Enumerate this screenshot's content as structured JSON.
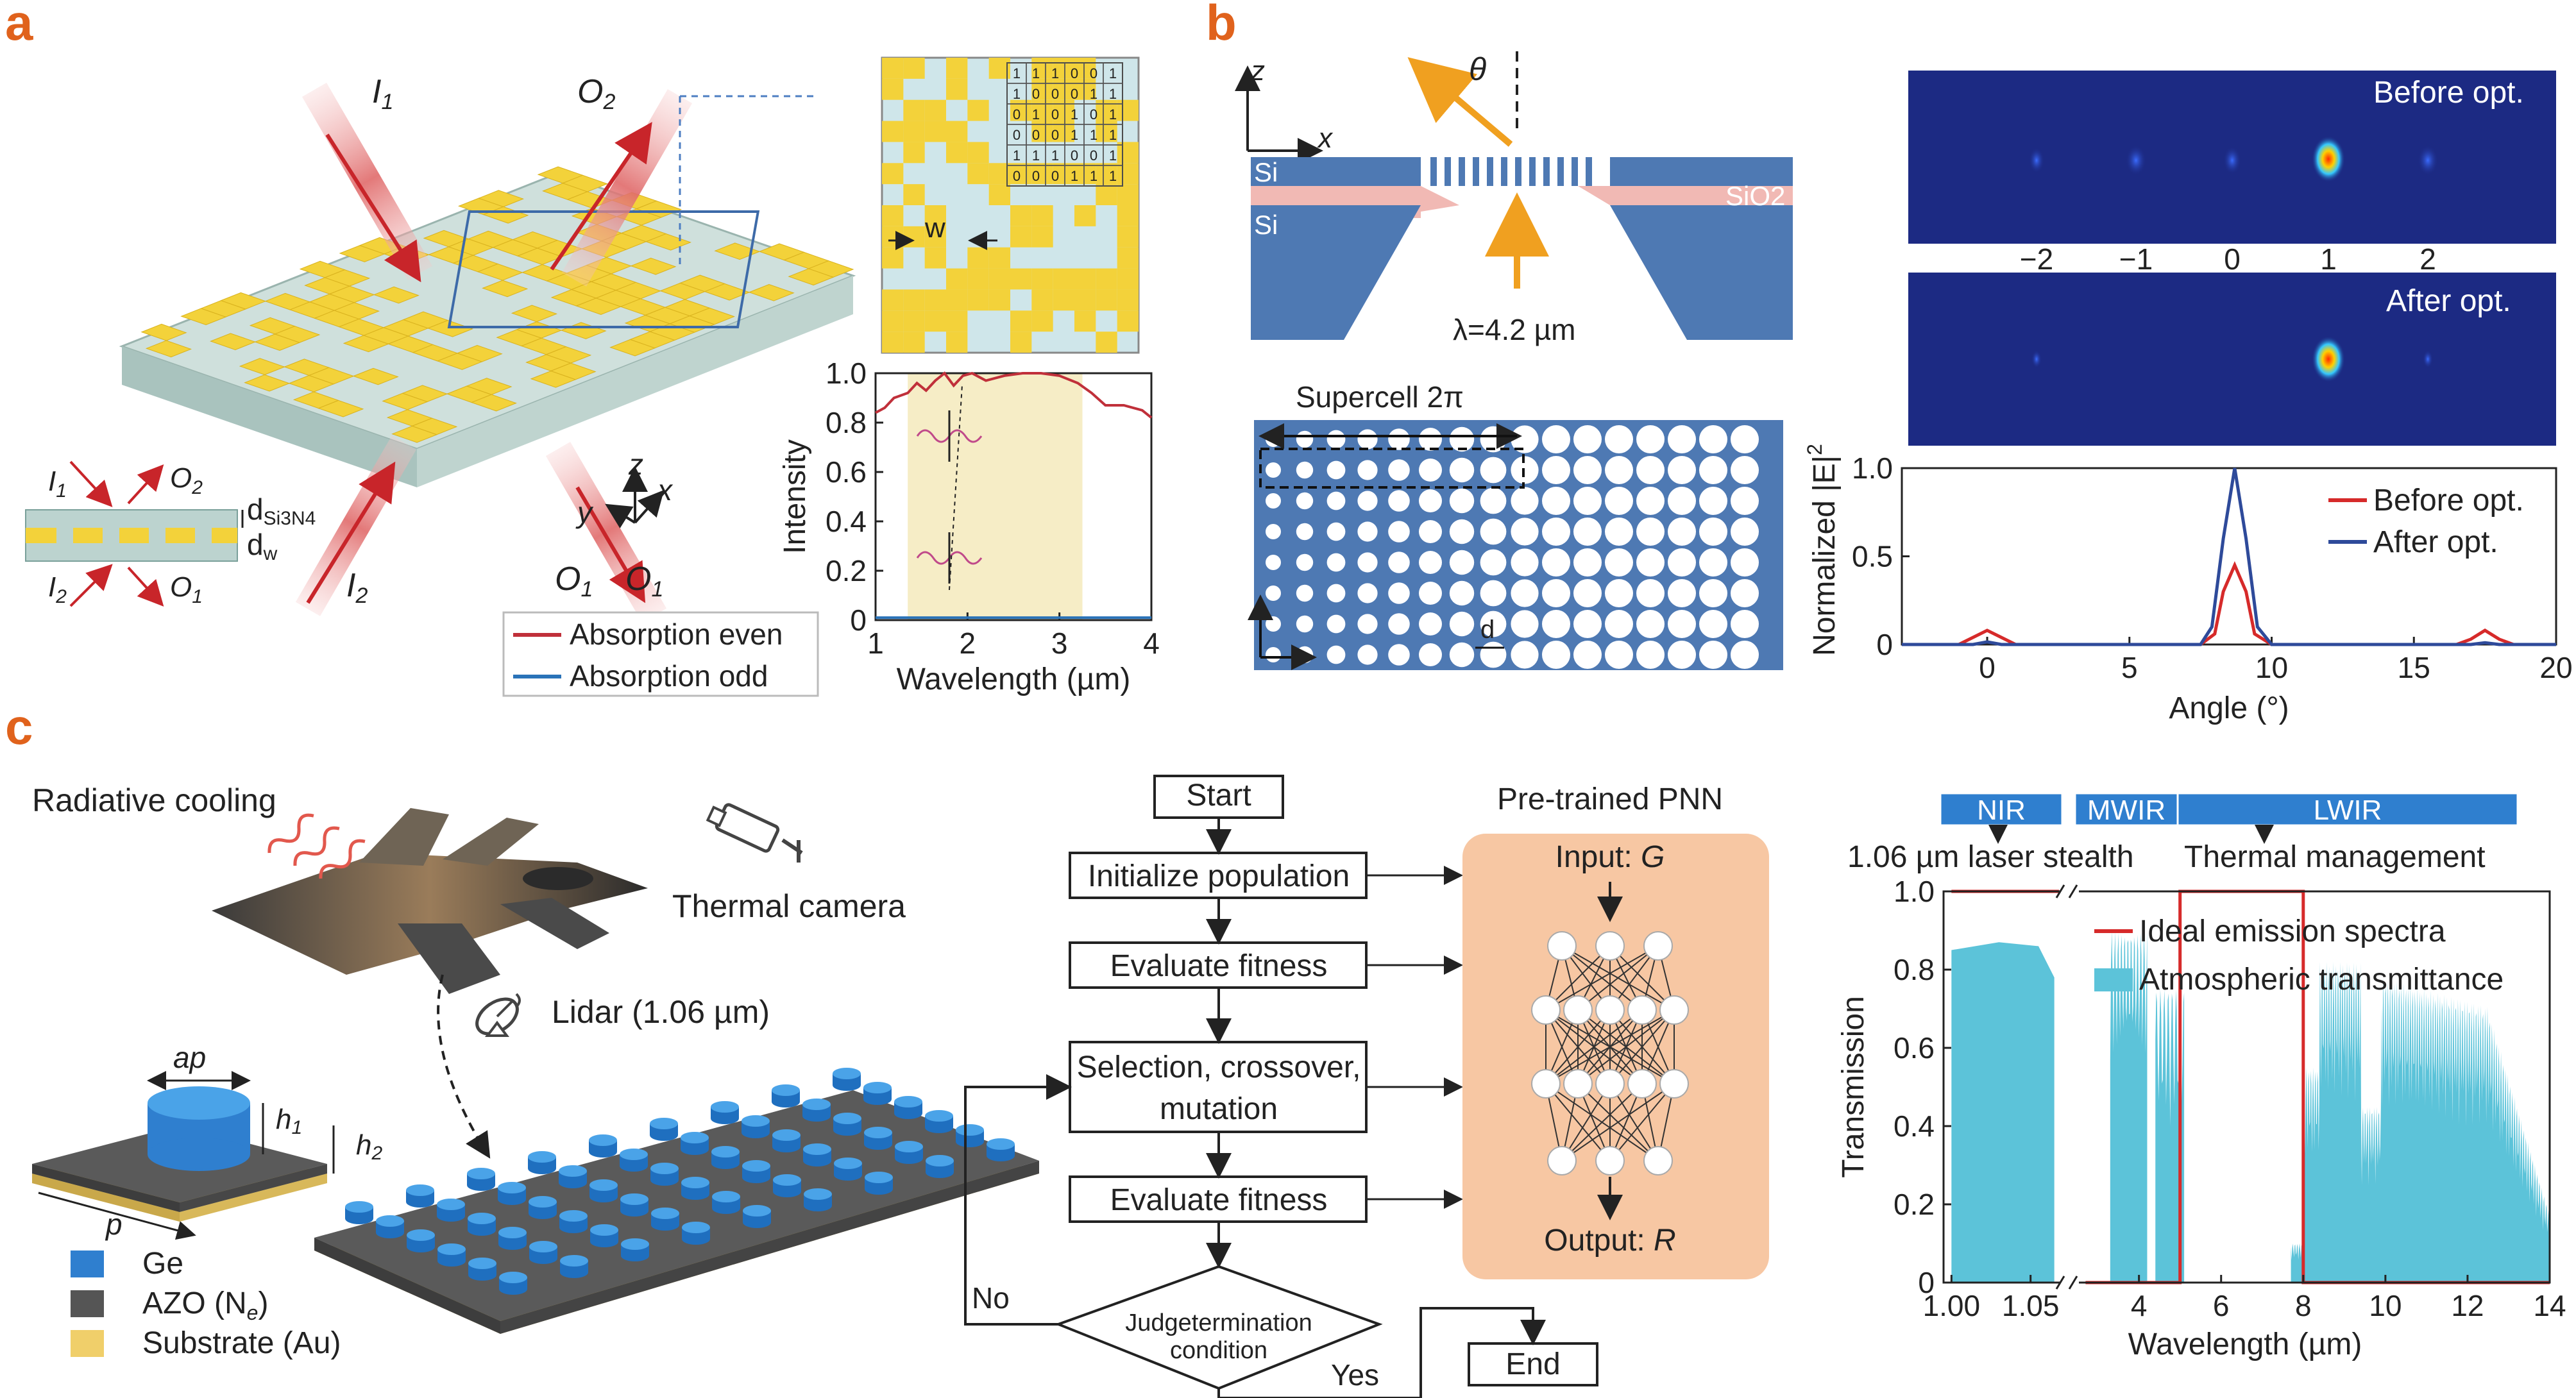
{
  "panel_letters": {
    "a": "a",
    "b": "b",
    "c": "c"
  },
  "colors": {
    "accent": "#e0621c",
    "gold": "#f3d23a",
    "slab": "#bcd3cf",
    "si_blue": "#4e79b3",
    "oxide_pink": "#f1b9b4",
    "field_bg": "#1c2a83",
    "red_line": "#d62a2a",
    "blue_line": "#2e4a9a",
    "teal": "#5cc3d9",
    "flow_box_bg": "#f7c7a3"
  },
  "panel_a": {
    "beam_labels": {
      "I1": "I",
      "I1_sub": "1",
      "O2": "O",
      "O2_sub": "2",
      "I2": "I",
      "I2_sub": "2",
      "O1": "O",
      "O1_sub": "1"
    },
    "axes": {
      "z": "z",
      "x": "x",
      "y": "y"
    },
    "cross_section": {
      "I1": "I",
      "I1_sub": "1",
      "O2": "O",
      "O2_sub": "2",
      "I2": "I",
      "I2_sub": "2",
      "O1": "O",
      "O1_sub": "1",
      "d": "d",
      "d_si3n4": "Si3N4",
      "dw": "d",
      "dw_sub": "w"
    },
    "pattern_label": "w",
    "binary_grid": [
      [
        "1",
        "1",
        "1",
        "0",
        "0",
        "1"
      ],
      [
        "1",
        "0",
        "0",
        "0",
        "1",
        "1"
      ],
      [
        "0",
        "1",
        "0",
        "1",
        "0",
        "1"
      ],
      [
        "0",
        "0",
        "0",
        "1",
        "1",
        "1"
      ],
      [
        "1",
        "1",
        "1",
        "0",
        "0",
        "1"
      ],
      [
        "0",
        "0",
        "0",
        "1",
        "1",
        "1"
      ]
    ],
    "legend": {
      "even": "Absorption even",
      "odd": "Absorption odd"
    }
  },
  "panel_b": {
    "axis_z": "z",
    "axis_x": "x",
    "theta": "θ",
    "si_top": "Si",
    "si_bottom": "Si",
    "sio2": "SiO2",
    "wavelength": "λ=4.2 µm",
    "supercell": "Supercell 2π",
    "d_label": "d",
    "field_before": "Before opt.",
    "field_after": "After opt.",
    "orders": [
      "−2",
      "−1",
      "0",
      "1",
      "2"
    ]
  },
  "panel_c": {
    "radiative_cooling": "Radiative cooling",
    "thermal_camera": "Thermal camera",
    "lidar": "Lidar (1.06 µm)",
    "unit_cell": {
      "ap": "ap",
      "h1": "h",
      "h1_sub": "1",
      "h2": "h",
      "h2_sub": "2",
      "p": "p"
    },
    "materials": [
      {
        "label": "Ge",
        "color": "#2f7fcf"
      },
      {
        "label": "AZO (N",
        "sub": "e",
        "suffix": ")",
        "color": "#555555"
      },
      {
        "label": "Substrate (Au)",
        "color": "#f0cf6a"
      }
    ],
    "flowchart": {
      "start": "Start",
      "init": "Initialize population",
      "eval1": "Evaluate fitness",
      "selection_l1": "Selection, crossover,",
      "selection_l2": "mutation",
      "eval2": "Evaluate fitness",
      "judge_l1": "Judgetermination",
      "judge_l2": "condition",
      "no": "No",
      "yes": "Yes",
      "end": "End",
      "pnn_title": "Pre-trained PNN",
      "input": "Input: ",
      "input_var": "G",
      "output": "Output: ",
      "output_var": "R"
    },
    "bands": [
      {
        "label": "NIR"
      },
      {
        "label": "MWIR"
      },
      {
        "label": "LWIR"
      }
    ],
    "band_notes": {
      "laser": "1.06 µm laser stealth",
      "thermal": "Thermal management"
    }
  },
  "chart_data": [
    {
      "id": "a-absorption",
      "type": "line",
      "xlabel": "Wavelength (µm)",
      "ylabel": "Intensity",
      "xlim": [
        1,
        4
      ],
      "ylim": [
        0,
        1
      ],
      "xticks": [
        "1",
        "2",
        "3",
        "4"
      ],
      "yticks": [
        "0",
        "0.2",
        "0.4",
        "0.6",
        "0.8",
        "1.0"
      ],
      "shaded_range": [
        1.35,
        3.25
      ],
      "series": [
        {
          "name": "Absorption even",
          "color": "#c0303a",
          "x": [
            1.0,
            1.1,
            1.2,
            1.35,
            1.45,
            1.55,
            1.65,
            1.75,
            1.85,
            1.95,
            2.05,
            2.2,
            2.4,
            2.6,
            2.8,
            3.0,
            3.2,
            3.35,
            3.5,
            3.7,
            3.9,
            4.0
          ],
          "y": [
            0.84,
            0.86,
            0.9,
            0.92,
            0.96,
            0.93,
            0.97,
            1.0,
            0.95,
            0.99,
            1.0,
            0.97,
            0.99,
            1.0,
            1.0,
            0.99,
            0.96,
            0.92,
            0.87,
            0.87,
            0.85,
            0.82
          ]
        },
        {
          "name": "Absorption odd",
          "color": "#2a73b8",
          "x": [
            1.0,
            1.3,
            1.6,
            2.0,
            2.5,
            3.0,
            3.5,
            4.0
          ],
          "y": [
            0.01,
            0.01,
            0.01,
            0.01,
            0.01,
            0.01,
            0.01,
            0.01
          ]
        }
      ]
    },
    {
      "id": "b-diffraction",
      "type": "line",
      "xlabel": "Angle (°)",
      "ylabel": "Normalized |E|",
      "ylabel_sup": "2",
      "xlim": [
        -3,
        20
      ],
      "ylim": [
        0,
        1
      ],
      "xticks": [
        "0",
        "5",
        "10",
        "15",
        "20"
      ],
      "yticks": [
        "0",
        "0.5",
        "1.0"
      ],
      "series": [
        {
          "name": "Before opt.",
          "color": "#d62a2a",
          "x": [
            -3,
            -1,
            -0.5,
            0,
            0.5,
            1,
            7.5,
            8,
            8.3,
            8.7,
            9.1,
            9.4,
            10,
            16.5,
            17,
            17.5,
            18,
            18.5,
            20
          ],
          "y": [
            0,
            0,
            0.04,
            0.08,
            0.04,
            0,
            0,
            0.06,
            0.3,
            0.45,
            0.3,
            0.06,
            0,
            0,
            0.03,
            0.08,
            0.03,
            0,
            0
          ]
        },
        {
          "name": "After opt.",
          "color": "#2e4a9a",
          "x": [
            -3,
            -0.5,
            0,
            0.5,
            7.5,
            7.9,
            8.3,
            8.7,
            9.1,
            9.5,
            10,
            17,
            17.5,
            18,
            20
          ],
          "y": [
            0,
            0,
            0.015,
            0,
            0,
            0.1,
            0.6,
            1.0,
            0.6,
            0.1,
            0,
            0,
            0.01,
            0,
            0
          ]
        }
      ]
    },
    {
      "id": "c-transmission",
      "type": "area",
      "xlabel": "Wavelength (µm)",
      "ylabel": "Transmission",
      "ylim": [
        0,
        1
      ],
      "xticks": [
        "1.00",
        "1.05",
        "4",
        "6",
        "8",
        "10",
        "12",
        "14"
      ],
      "yticks": [
        "0",
        "0.2",
        "0.4",
        "0.6",
        "0.8",
        "1.0"
      ],
      "series": [
        {
          "name": "Ideal emission spectra",
          "color": "#d62a2a"
        },
        {
          "name": "Atmospheric transmittance",
          "color": "#5cc3d9"
        }
      ]
    }
  ]
}
